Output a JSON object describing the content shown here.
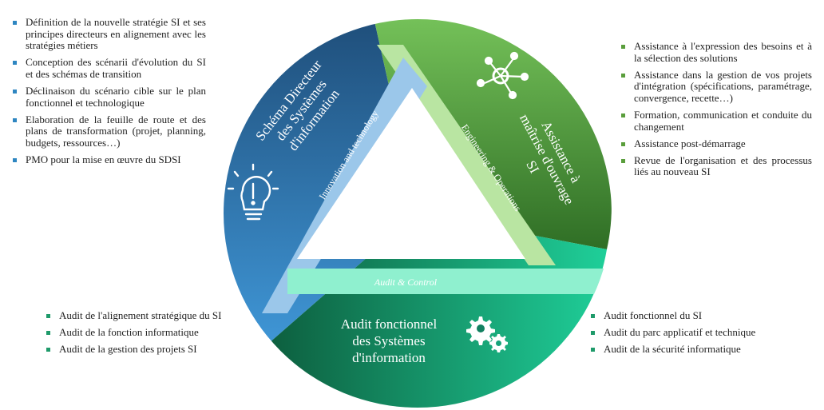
{
  "segments": {
    "sdsi": {
      "title": [
        "Schéma Directeur",
        "des Systèmes",
        "d'information"
      ],
      "band": "Innovation and technology",
      "icon": "lightbulb-icon",
      "color": "#2f7fc1"
    },
    "amoa": {
      "title": [
        "Assistance à",
        "maîtrise d'ouvrage",
        "SI"
      ],
      "band": "Engineering & Operations",
      "icon": "network-icon",
      "color": "#4f9a3a"
    },
    "audit": {
      "title": [
        "Audit fonctionnel",
        "des Systèmes",
        "d'information"
      ],
      "band": "Audit & Control",
      "icon": "gears-icon",
      "color": "#11966f"
    }
  },
  "lists": {
    "sdsi": [
      "Définition de la nouvelle stratégie SI et ses principes directeurs en alignement avec les stratégies métiers",
      "Conception des scénarii d'évolution du SI et des schémas de transition",
      "Déclinaison du scénario cible sur le plan fonctionnel et technologique",
      "Elaboration de la feuille de route et des plans de transformation (projet, planning, budgets, ressources…)",
      "PMO pour la mise en œuvre du SDSI"
    ],
    "amoa": [
      "Assistance à l'expression des besoins et à la sélection des solutions",
      "Assistance dans la gestion de vos projets d'intégration (spécifications, paramétrage, convergence, recette…)",
      "Formation, communication et conduite du changement",
      "Assistance post-démarrage",
      "Revue de l'organisation et des processus liés au nouveau SI"
    ],
    "audit_left": [
      "Audit de l'alignement stratégique du SI",
      "Audit de la fonction informatique",
      "Audit de la gestion des projets SI"
    ],
    "audit_right": [
      "Audit fonctionnel du SI",
      "Audit du parc applicatif et technique",
      "Audit de la sécurité informatique"
    ]
  }
}
